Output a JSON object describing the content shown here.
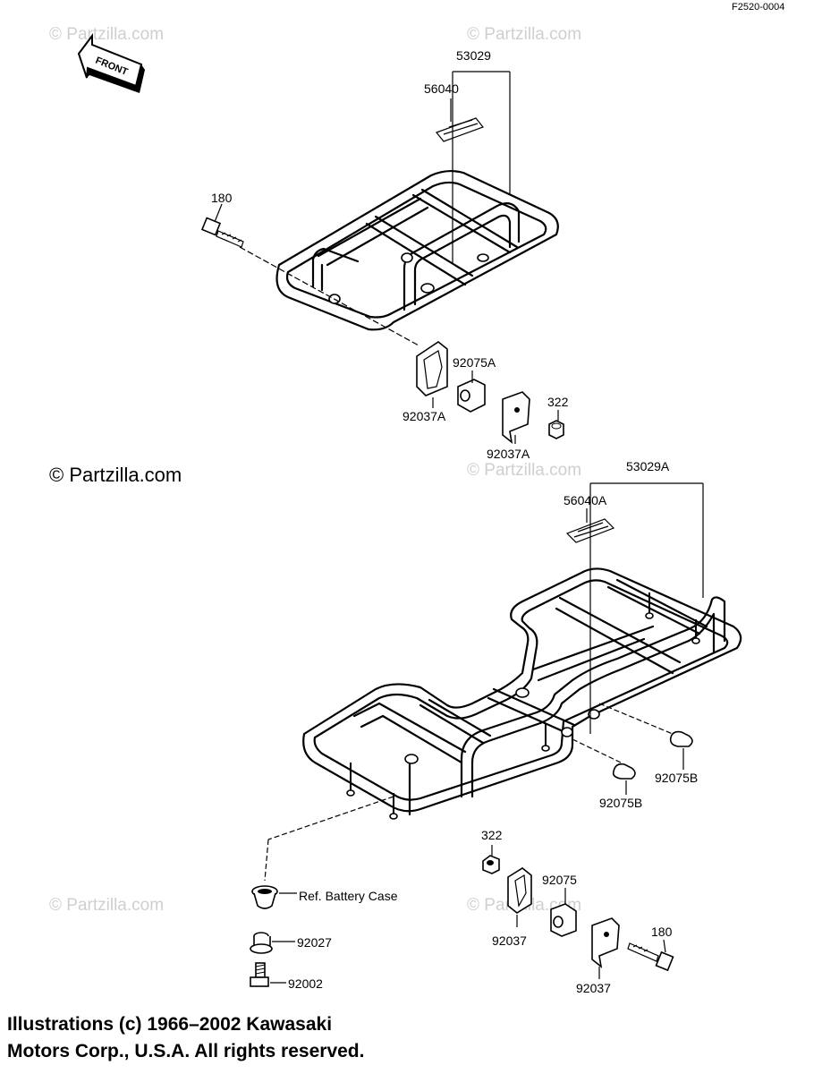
{
  "diagram_code": "F2520-0004",
  "front_label": "FRONT",
  "watermark": "© Partzilla.com",
  "copyright_line1": "Illustrations (c) 1966–2002 Kawasaki",
  "copyright_line2": "Motors Corp., U.S.A.  All rights reserved.",
  "labels": {
    "p53029": "53029",
    "p56040": "56040",
    "p180_top": "180",
    "p92075A": "92075A",
    "p92037A_left": "92037A",
    "p92037A_right": "92037A",
    "p322_top": "322",
    "p53029A": "53029A",
    "p56040A": "56040A",
    "p92075B_right": "92075B",
    "p92075B_left": "92075B",
    "p322_bottom": "322",
    "p92075": "92075",
    "p92037_left": "92037",
    "p92037_right": "92037",
    "p180_bottom": "180",
    "battery_ref": "Ref. Battery Case",
    "p92027": "92027",
    "p92002": "92002"
  }
}
